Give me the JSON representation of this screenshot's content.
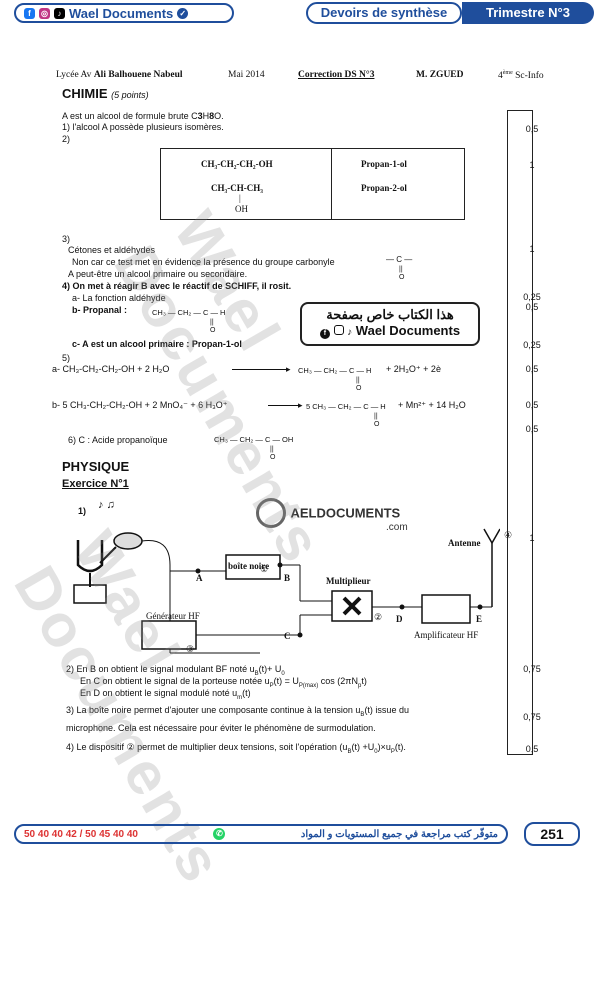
{
  "top": {
    "brand": "Wael Documents",
    "tag": "Devoirs de synthèse",
    "trimestre": "Trimestre N°3"
  },
  "header": {
    "lycee_prefix": "Lycée Av",
    "lycee_name": "Ali Balhouene Nabeul",
    "date": "Mai 2014",
    "title": "Correction DS N°3",
    "prof": "M. ZGUED",
    "classe_sup": "ème",
    "classe_num": "4",
    "section": "Sc-Info"
  },
  "chimie": {
    "title": "CHIMIE",
    "points": "(5 points)",
    "intro_prefix": "A est un alcool de formule brute C",
    "q1": "1) l'alcool A possède plusieurs isomères.",
    "q2": "2)",
    "table": {
      "f1": "CH₃-CH₂-CH₂-OH",
      "n1": "Propan-1-ol",
      "f2": "CH₃-CH-CH₃",
      "bar": "|",
      "oh": "OH",
      "n2": "Propan-2-ol"
    },
    "q3": "3)",
    "q3a": "Cétones et aldéhydes",
    "q3b": "Non car ce test met en évidence la présence du groupe carbonyle",
    "q3c": "A peut-être un alcool primaire ou secondaire.",
    "q4": "4) On met à réagir B avec le réactif de SCHIFF, il rosit.",
    "q4a": "a- La fonction aldéhyde",
    "q4b": "b- Propanal :",
    "q4c": "c- A est un alcool primaire : Propan-1-ol",
    "q5": "5)",
    "q5a": "a-  CH₃-CH₂-CH₂-OH   +  2 H₂O",
    "q5a_r": "+   2H₃O⁺    +    2è",
    "q5b": "b-  5 CH₃-CH₂-CH₂-OH   +  2 MnO₄⁻ + 6 H₃O⁺",
    "q5b_r": "+  Mn²⁺   +  14 H₂O",
    "q6": "6)  C : Acide propanoïque",
    "chain": "CH₃ — CH₂ — C — H",
    "chain5": "CH₃ — CH₂ — C — H",
    "chain5b": "5  CH₃ — CH₂ — C — H",
    "chain6": "CH₃ — CH₂ — C — OH",
    "carbonyl": "— C —",
    "dbl": "||",
    "o": "O"
  },
  "physique": {
    "title": "PHYSIQUE",
    "ex1": "Exercice N°1",
    "q1": "1)",
    "boite": "boîte noire",
    "multiplieur": "Multiplieur",
    "antenne": "Antenne",
    "generateur": "Générateur HF",
    "amplificateur": "Amplificateur HF",
    "labels": {
      "A": "A",
      "B": "B",
      "C": "C",
      "D": "D",
      "E": "E",
      "c1": "①",
      "c2": "②",
      "c3": "③",
      "c4": "④"
    },
    "q2": "2) En B on obtient le signal modulant BF noté u",
    "q2b": "En C on obtient le signal de la porteuse notée u",
    "q2c": "En D on obtient le signal modulé noté u",
    "q3a": "3) La boîte noire permet d'ajouter une composante continue à la tension u",
    "q3b": "microphone. Cela est nécessaire pour éviter le phénomène de surmodulation.",
    "q4": "4) Le dispositif ② permet de multiplier deux tensions, soit l'opération (u"
  },
  "scores": [
    "0,5",
    "1",
    "1",
    "0,25",
    "0,5",
    "0,25",
    "0,5",
    "0,5",
    "0,5",
    "1",
    "0,75",
    "0,75",
    "0,5"
  ],
  "promo": {
    "arabic": "هذا الكتاب خاص بصفحة",
    "brand": "Wael Documents"
  },
  "logo": {
    "name": "AELDOCUMENTS",
    "domain": ".com"
  },
  "watermark": "Wael Documents",
  "footer": {
    "phones": "50 40 40 42 / 50 45 40 40",
    "text": "متوفّر كتب مراجعة في جميع المستويات و المواد"
  },
  "page": "251"
}
